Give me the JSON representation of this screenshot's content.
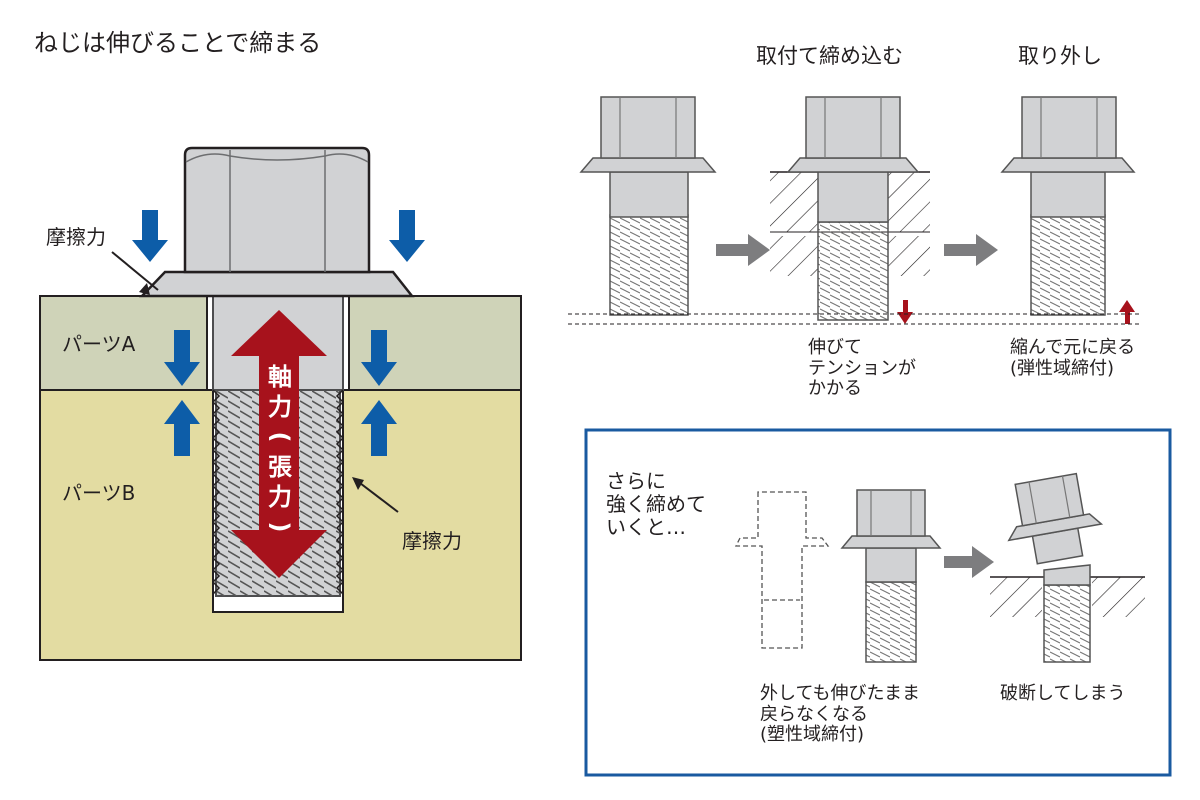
{
  "page_title": "ねじは伸びることで締まる",
  "left_figure": {
    "friction_top": "摩擦力",
    "part_a": "パーツA",
    "part_b": "パーツB",
    "axial_force": [
      "軸",
      "力",
      "(",
      "張",
      "力",
      ")"
    ],
    "friction_thread": "摩擦力"
  },
  "right_top": {
    "step_tighten": "取付て締め込む",
    "step_remove": "取り外し",
    "note_stretch": [
      "伸びて",
      "テンションが",
      "かかる"
    ],
    "note_return": [
      "縮んで元に戻る",
      "(弾性域締付)"
    ]
  },
  "box": {
    "intro": [
      "さらに",
      "強く締めて",
      "いくと…"
    ],
    "note_plastic": [
      "外しても伸びたまま",
      "戻らなくなる",
      "(塑性域締付)"
    ],
    "note_break": "破断してしまう"
  },
  "colors": {
    "bolt_fill": "#d1d2d4",
    "bolt_stroke": "#4d4d4f",
    "part_a": "#cfd3b8",
    "part_b": "#e3dca2",
    "arrow_blue": "#0d5da8",
    "arrow_red": "#a7121c",
    "arrow_gray": "#7d7d7f",
    "box_border": "#1a5aa0"
  }
}
